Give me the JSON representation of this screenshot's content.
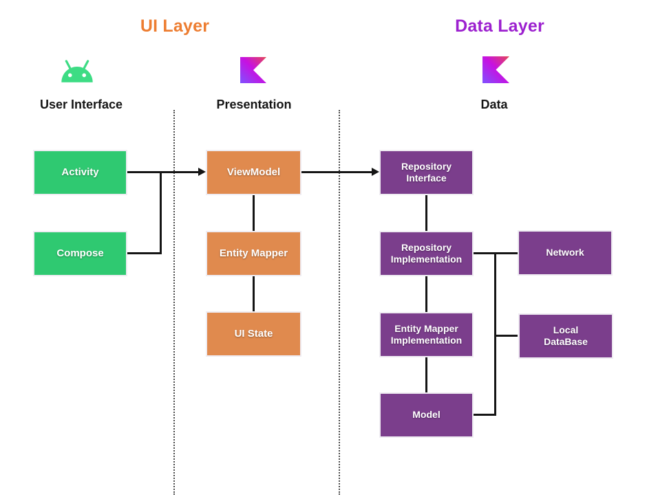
{
  "diagram": {
    "title_left": "UI Layer",
    "title_right": "Data Layer",
    "colors": {
      "ui_layer_header": "#ED7D31",
      "data_layer_header": "#9C20CF",
      "green_node": "#2FC971",
      "orange_node": "#E08A4E",
      "purple_node": "#7B3E8C",
      "connector": "#151515",
      "android_green": "#3DDC84",
      "kotlin_gradient": [
        "#E44857",
        "#C711E1",
        "#7F52FF"
      ]
    },
    "sections": {
      "user_interface": {
        "label": "User Interface",
        "icon": "android-robot-icon"
      },
      "presentation": {
        "label": "Presentation",
        "icon": "kotlin-icon"
      },
      "data": {
        "label": "Data",
        "icon": "kotlin-icon"
      }
    },
    "nodes": {
      "activity": {
        "label": "Activity",
        "color": "#2FC971"
      },
      "compose": {
        "label": "Compose",
        "color": "#2FC971"
      },
      "viewmodel": {
        "label": "ViewModel",
        "color": "#E08A4E"
      },
      "entity_mapper": {
        "label": "Entity Mapper",
        "color": "#E08A4E"
      },
      "ui_state": {
        "label": "UI State",
        "color": "#E08A4E"
      },
      "repository_interface": {
        "label": "Repository\nInterface",
        "color": "#7B3E8C"
      },
      "repository_implementation": {
        "label": "Repository\nImplementation",
        "color": "#7B3E8C"
      },
      "entity_mapper_implementation": {
        "label": "Entity Mapper\nImplementation",
        "color": "#7B3E8C"
      },
      "model": {
        "label": "Model",
        "color": "#7B3E8C"
      },
      "network": {
        "label": "Network",
        "color": "#7B3E8C"
      },
      "local_database": {
        "label": "Local\nDataBase",
        "color": "#7B3E8C"
      }
    },
    "edges": [
      {
        "from": "activity",
        "to": "viewmodel",
        "type": "arrow"
      },
      {
        "from": "compose",
        "to": "viewmodel",
        "type": "joins-activity-arrow"
      },
      {
        "from": "viewmodel",
        "to": "repository_interface",
        "type": "arrow"
      },
      {
        "from": "viewmodel",
        "to": "entity_mapper",
        "type": "line"
      },
      {
        "from": "entity_mapper",
        "to": "ui_state",
        "type": "line"
      },
      {
        "from": "repository_interface",
        "to": "repository_implementation",
        "type": "line"
      },
      {
        "from": "repository_implementation",
        "to": "entity_mapper_implementation",
        "type": "line"
      },
      {
        "from": "entity_mapper_implementation",
        "to": "model",
        "type": "line"
      },
      {
        "from": "repository_implementation",
        "to": "network",
        "type": "line"
      },
      {
        "from": "repository_implementation",
        "to": "local_database",
        "type": "line"
      },
      {
        "from": "model",
        "to": "repository_implementation",
        "type": "line"
      }
    ]
  }
}
